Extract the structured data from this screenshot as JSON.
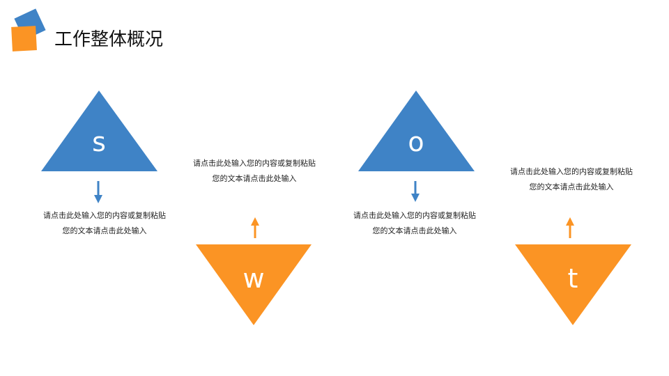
{
  "header": {
    "title": "工作整体概况"
  },
  "colors": {
    "blue": "#3F83C6",
    "orange": "#FB9424"
  },
  "swot": [
    {
      "letter": "s",
      "line1": "请点击此处输入您的内容或复制粘贴",
      "line2": "您的文本请点击此处输入"
    },
    {
      "letter": "w",
      "line1": "请点击此处输入您的内容或复制粘贴",
      "line2": "您的文本请点击此处输入"
    },
    {
      "letter": "o",
      "line1": "请点击此处输入您的内容或复制粘贴",
      "line2": "您的文本请点击此处输入"
    },
    {
      "letter": "t",
      "line1": "请点击此处输入您的内容或复制粘贴",
      "line2": "您的文本请点击此处输入"
    }
  ]
}
